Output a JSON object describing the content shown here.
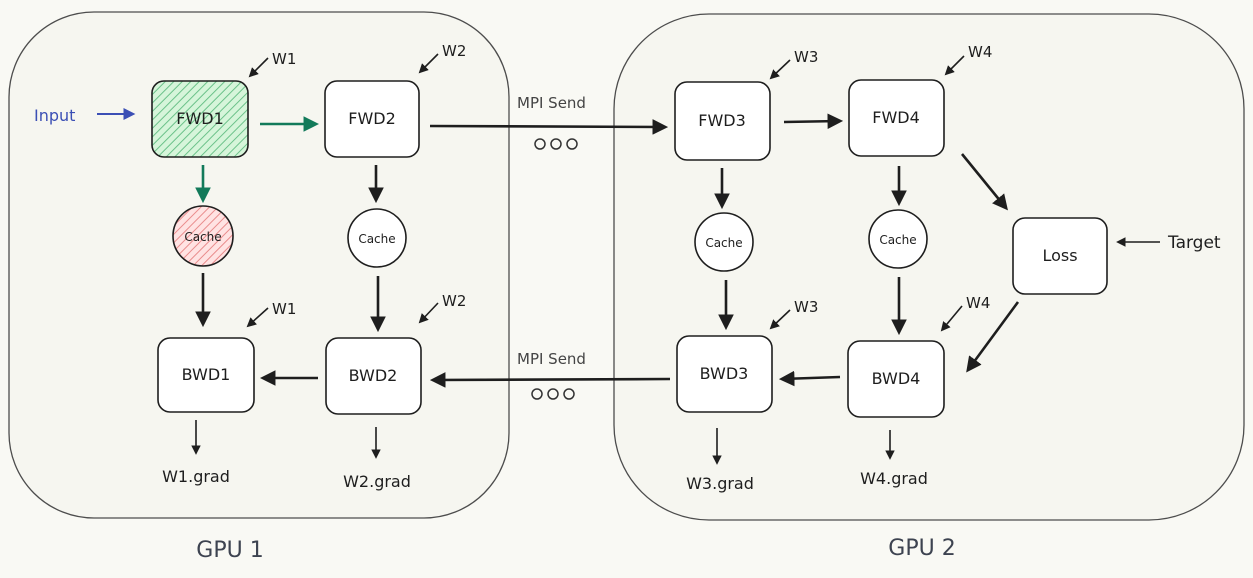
{
  "labels": {
    "input": "Input",
    "target": "Target",
    "mpi_send_top": "MPI Send",
    "mpi_send_bottom": "MPI Send",
    "gpu1": "GPU 1",
    "gpu2": "GPU 2",
    "cache": "Cache",
    "loss": "Loss"
  },
  "nodes": {
    "fwd1": "FWD1",
    "fwd2": "FWD2",
    "fwd3": "FWD3",
    "fwd4": "FWD4",
    "bwd1": "BWD1",
    "bwd2": "BWD2",
    "bwd3": "BWD3",
    "bwd4": "BWD4"
  },
  "weights": {
    "w1_fwd": "W1",
    "w2_fwd": "W2",
    "w3_fwd": "W3",
    "w4_fwd": "W4",
    "w1_bwd": "W1",
    "w2_bwd": "W2",
    "w3_bwd": "W3",
    "w4_bwd": "W4"
  },
  "grads": {
    "w1": "W1.grad",
    "w2": "W2.grad",
    "w3": "W3.grad",
    "w4": "W4.grad"
  },
  "colors": {
    "input_arrow": "#3b4fb5",
    "green_arrow": "#127a5a",
    "fwd1_fill": "#b2f2bb",
    "cache1_fill": "#ffc9c9",
    "stroke": "#1e1e1e"
  }
}
